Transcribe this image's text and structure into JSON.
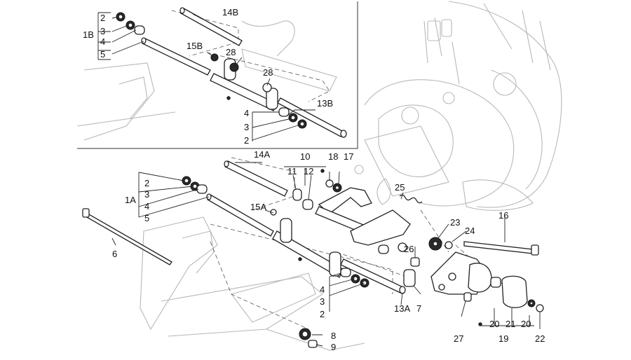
{
  "callouts": {
    "c_2_b1": "2",
    "c_3_b1": "3",
    "c_4_b1": "4",
    "c_5_b1": "5",
    "c_1B": "1B",
    "c_14B": "14B",
    "c_15B": "15B",
    "c_28_a": "28",
    "c_28_b": "28",
    "c_13B": "13B",
    "c_4_b2": "4",
    "c_3_b2": "3",
    "c_2_b2": "2",
    "c_14A": "14A",
    "c_10": "10",
    "c_11": "11",
    "c_12": "12",
    "c_18": "18",
    "c_17": "17",
    "c_2_a1": "2",
    "c_3_a1": "3",
    "c_4_a1": "4",
    "c_5_a1": "5",
    "c_1A": "1A",
    "c_15A": "15A",
    "c_25": "25",
    "c_16": "16",
    "c_23": "23",
    "c_24": "24",
    "c_6": "6",
    "c_26": "26",
    "c_4_a2": "4",
    "c_3_a2": "3",
    "c_2_a2": "2",
    "c_13A": "13A",
    "c_7": "7",
    "c_27": "27",
    "c_20_a": "20",
    "c_21": "21",
    "c_20_b": "20",
    "c_19": "19",
    "c_22": "22",
    "c_8": "8",
    "c_9": "9"
  },
  "icons": {
    "bullet": "filled-dot"
  }
}
